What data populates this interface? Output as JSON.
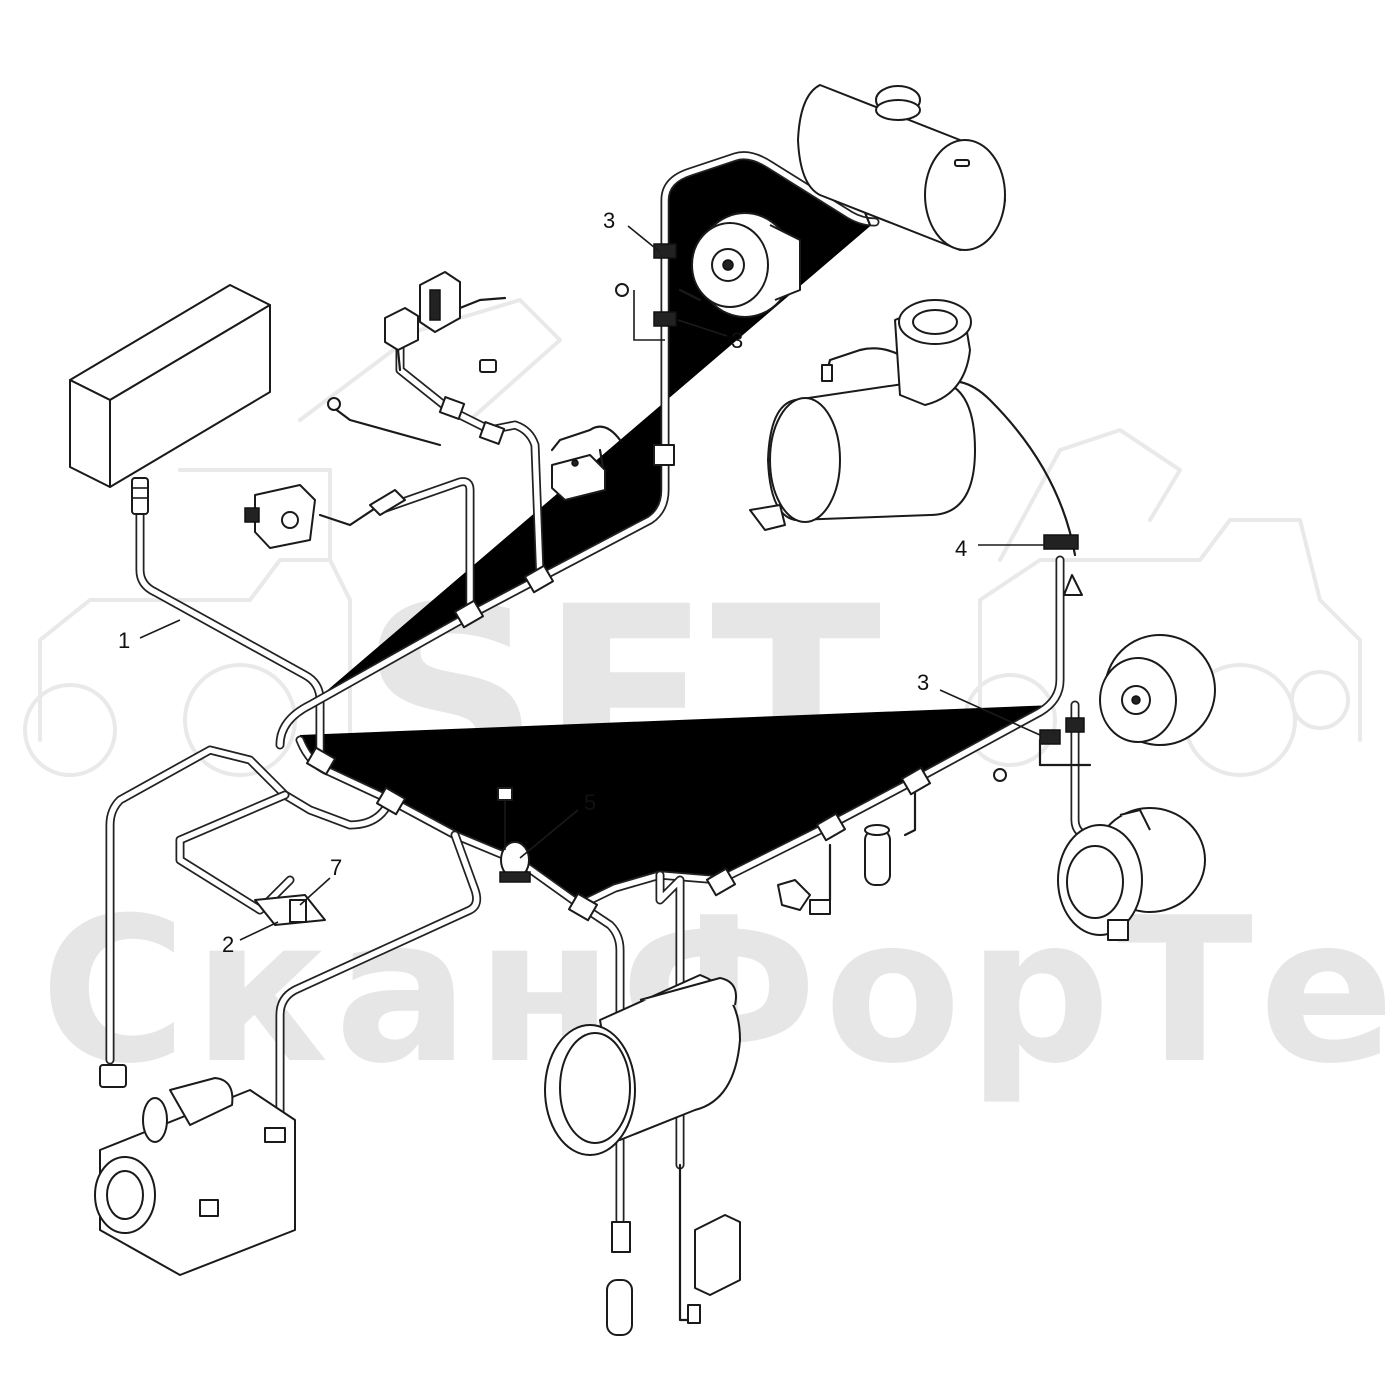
{
  "watermark": {
    "logo": "SFT",
    "brand": "СканФорТек"
  },
  "callouts": [
    {
      "id": "c3a",
      "label": "3"
    },
    {
      "id": "c3b",
      "label": "3"
    },
    {
      "id": "c4",
      "label": "4"
    },
    {
      "id": "c1",
      "label": "1"
    },
    {
      "id": "c3c",
      "label": "3"
    },
    {
      "id": "c5",
      "label": "5"
    },
    {
      "id": "c7",
      "label": "7"
    },
    {
      "id": "c2",
      "label": "2"
    }
  ],
  "colors": {
    "line": "#1a1a1a",
    "watermark": "#e6e6e6",
    "background": "#ffffff"
  }
}
